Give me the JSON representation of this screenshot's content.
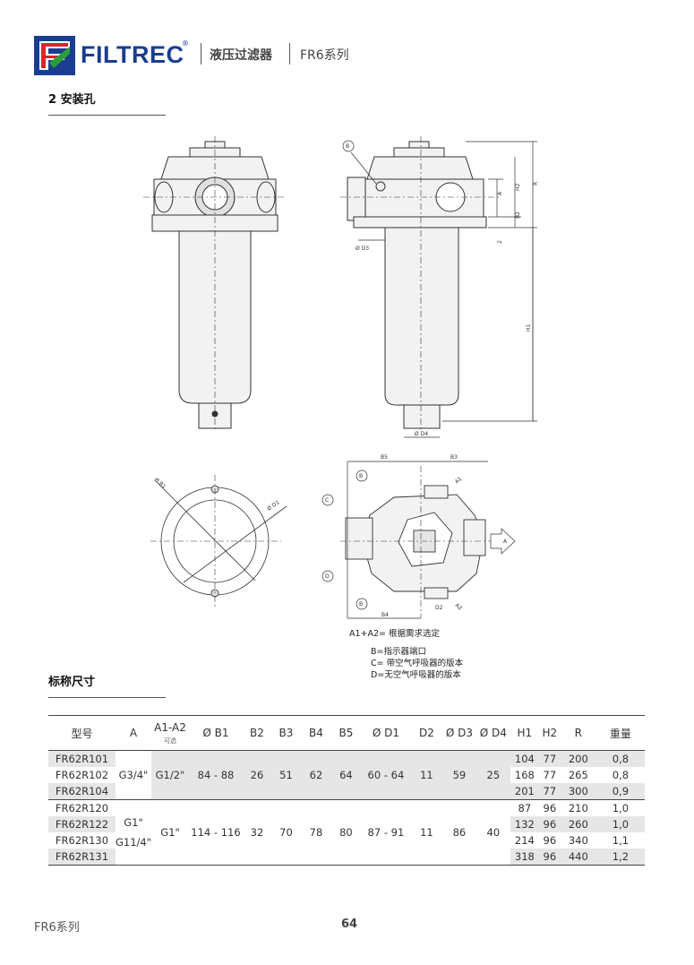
{
  "header": {
    "brand": "FILTREC",
    "reg": "®",
    "subtitle": "液压过滤器",
    "series": "FR6系列"
  },
  "sections": {
    "install": "2 安装孔",
    "nominal": "标称尺寸"
  },
  "drawing_labels": {
    "B": "B",
    "C": "C",
    "D": "D",
    "A": "A",
    "D3": "Ø D3",
    "D4": "Ø D4",
    "B1": "Ø B1",
    "D1": "Ø D1",
    "H1": "H1",
    "H2": "H2",
    "R": "R",
    "B2": "B2",
    "two": "2",
    "B5": "B5",
    "B3": "B3",
    "B4": "B4",
    "D2": "D2",
    "A1": "A1",
    "A2": "A2"
  },
  "notes": {
    "a1a2": "A1+A2= 根据需求选定",
    "b": "B=指示器端口",
    "c": "C= 带空气呼吸器的版本",
    "d": "D=无空气呼吸器的版本"
  },
  "table": {
    "headers": {
      "model": "型号",
      "a": "A",
      "a1a2": "A1-A2",
      "a1a2_sub": "可选",
      "b1": "Ø B1",
      "b2": "B2",
      "b3": "B3",
      "b4": "B4",
      "b5": "B5",
      "d1": "Ø D1",
      "d2": "D2",
      "d3": "Ø D3",
      "d4": "Ø D4",
      "h1": "H1",
      "h2": "H2",
      "r": "R",
      "weight": "重量"
    },
    "group1": {
      "a": "G3/4\"",
      "a1a2": "G1/2\"",
      "b1": "84 - 88",
      "b2": "26",
      "b3": "51",
      "b4": "62",
      "b5": "64",
      "d1": "60 - 64",
      "d2": "11",
      "d3": "59",
      "d4": "25"
    },
    "group2": {
      "a_top": "G1\"",
      "a_bottom": "G11/4\"",
      "a1a2": "G1\"",
      "b1": "114 - 116",
      "b2": "32",
      "b3": "70",
      "b4": "78",
      "b5": "80",
      "d1": "87 - 91",
      "d2": "11",
      "d3": "86",
      "d4": "40"
    },
    "rows": [
      {
        "model": "FR62R101",
        "h1": "104",
        "h2": "77",
        "r": "200",
        "w": "0,8"
      },
      {
        "model": "FR62R102",
        "h1": "168",
        "h2": "77",
        "r": "265",
        "w": "0,8"
      },
      {
        "model": "FR62R104",
        "h1": "201",
        "h2": "77",
        "r": "300",
        "w": "0,9"
      },
      {
        "model": "FR62R120",
        "h1": "87",
        "h2": "96",
        "r": "210",
        "w": "1,0"
      },
      {
        "model": "FR62R122",
        "h1": "132",
        "h2": "96",
        "r": "260",
        "w": "1,0"
      },
      {
        "model": "FR62R130",
        "h1": "214",
        "h2": "96",
        "r": "340",
        "w": "1,1"
      },
      {
        "model": "FR62R131",
        "h1": "318",
        "h2": "96",
        "r": "440",
        "w": "1,2"
      }
    ]
  },
  "footer": {
    "series": "FR6系列",
    "page": "64"
  },
  "colors": {
    "brand_blue": "#1a3d8f",
    "logo_red": "#d8262c",
    "logo_green": "#2a9d3a"
  }
}
